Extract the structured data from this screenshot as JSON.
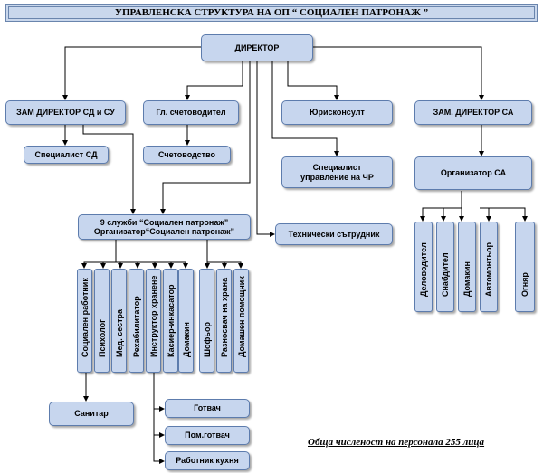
{
  "title": "УПРАВЛЕНСКА СТРУКТУРА НА ОП “ СОЦИАЛЕН ПАТРОНАЖ ”",
  "director": "ДИРЕКТОР",
  "deputy_sd": "ЗАМ ДИРЕКТОР СД и СУ",
  "chief_accountant": "Гл. счетоводител",
  "legal_adviser": "Юрисконсулт",
  "deputy_sa": "ЗАМ. ДИРЕКТОР СА",
  "specialist_sd": "Специалист СД",
  "accounting": "Счетоводство",
  "specialist_hr_line1": "Специалист",
  "specialist_hr_line2": "управление на ЧР",
  "organizer_sa": "Организатор СА",
  "services_line1": "9 служби “Социален патронаж”",
  "services_line2": "Организатор“Социален патронаж”",
  "technical_staff": "Технически сътрудник",
  "staff_left": [
    "Социален  работник",
    "Психолог",
    "Мед. сестра",
    "Рехабилитатор",
    "Инструктор хранене",
    "Касиер-инкасатор",
    "Домакин"
  ],
  "staff_mid": [
    "Шофьор",
    "Разносвач на храна",
    "Домашен помощник"
  ],
  "staff_sa": [
    "Деловодител",
    "Снабдител",
    "Домакин",
    "Автомонтьор"
  ],
  "staff_fire": "Огняр",
  "sanitar": "Санитар",
  "kitchen": [
    "Готвач",
    "Пом.готвач",
    "Работник кухня"
  ],
  "total_note": "Обща численост на персонала 255 лица"
}
